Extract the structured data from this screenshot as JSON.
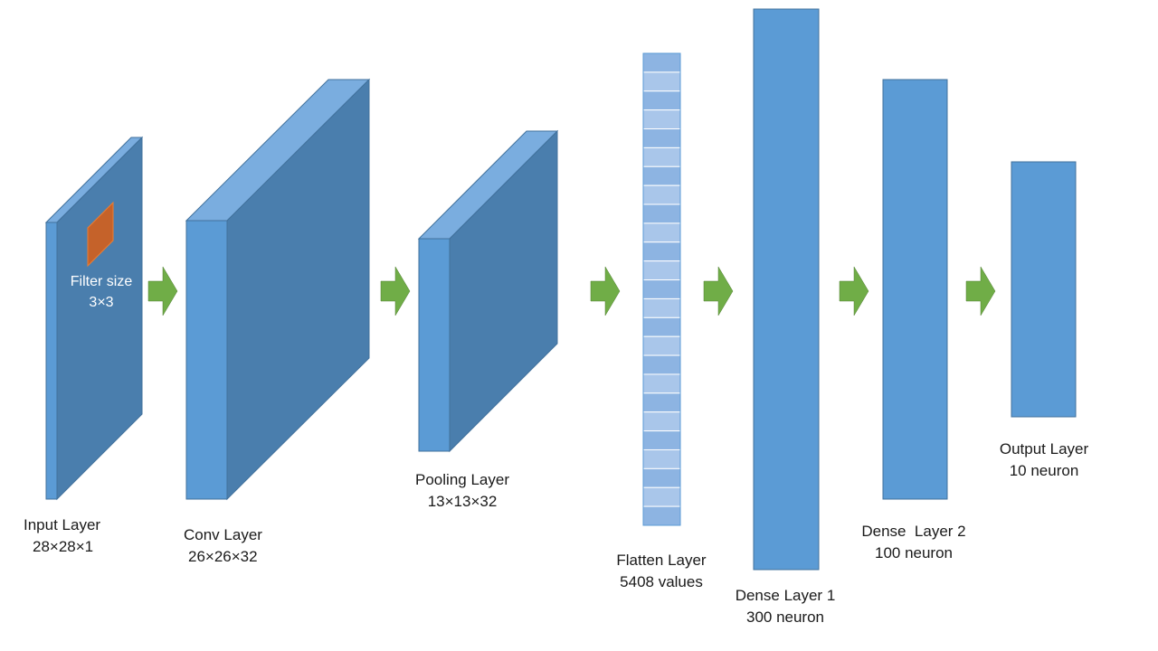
{
  "colors": {
    "block_front": "#5B9BD5",
    "block_side": "#4A7EAD",
    "block_top": "#7AADDF",
    "block_edge": "#41719C",
    "filter_fill": "#C5622A",
    "arrow_fill": "#70AD47",
    "flatten_cell_dark": "#8DB4E2",
    "flatten_cell_light": "#A9C6EA",
    "label_text": "#1a1a1a",
    "filter_label_text": "#ffffff"
  },
  "filter": {
    "title": "Filter size",
    "size": "3×3"
  },
  "layers": [
    {
      "id": "input",
      "name": "Input Layer",
      "detail": "28×28×1"
    },
    {
      "id": "conv",
      "name": "Conv Layer",
      "detail": "26×26×32"
    },
    {
      "id": "pooling",
      "name": "Pooling Layer",
      "detail": "13×13×32"
    },
    {
      "id": "flatten",
      "name": "Flatten Layer",
      "detail": "5408 values"
    },
    {
      "id": "dense1",
      "name": "Dense Layer 1",
      "detail": "300 neuron"
    },
    {
      "id": "dense2",
      "name": "Dense  Layer 2",
      "detail": "100 neuron"
    },
    {
      "id": "output",
      "name": "Output Layer",
      "detail": "10 neuron"
    }
  ],
  "arrow_icon": "right-arrow-icon"
}
